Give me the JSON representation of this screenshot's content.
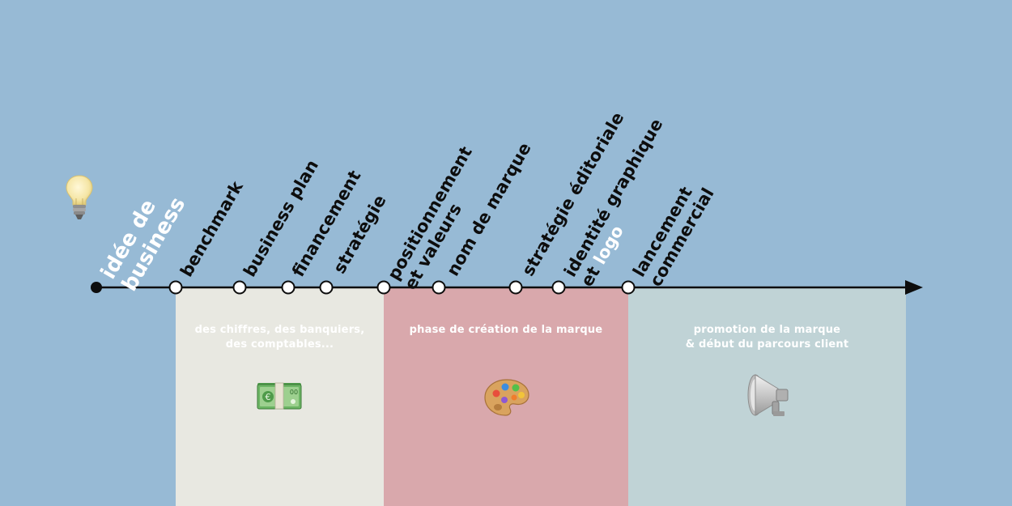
{
  "colors": {
    "background": "#97bad5",
    "timeline": "#0d0d0d",
    "node_fill": "#ffffff",
    "panel_finance": "#e8e8e1",
    "panel_brand": "#d9a8ac",
    "panel_launch": "#c0d3d6",
    "light_text": "#ffffff"
  },
  "milestones": {
    "idea": {
      "line1": "idée de",
      "line2": "business"
    },
    "benchmark": "benchmark",
    "business_plan": "business plan",
    "financement": "financement",
    "strategie": "stratégie",
    "positionnement": {
      "line1": "positionnement",
      "line2": "et valeurs"
    },
    "nom_de_marque": "nom de marque",
    "strategie_editoriale": "stratégie éditoriale",
    "identite": {
      "line1": "identité graphique",
      "line2_prefix": "et ",
      "line2_highlight": "logo"
    },
    "lancement": {
      "line1": "lancement",
      "line2": "commercial"
    }
  },
  "panels": {
    "finance": {
      "line1": "des chiffres, des banquiers,",
      "line2": "des comptables...",
      "icon": "money-euro-icon"
    },
    "brand": {
      "line1": "phase de création de la marque",
      "icon": "palette-icon"
    },
    "launch": {
      "line1": "promotion de la marque",
      "line2": "& début du parcours client",
      "icon": "megaphone-icon"
    }
  },
  "icons": {
    "start": "lightbulb-icon"
  }
}
